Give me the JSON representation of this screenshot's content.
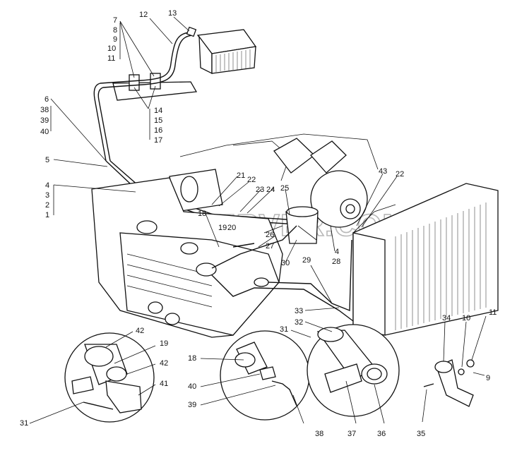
{
  "watermark": "SPECSERVER.COM",
  "callouts": [
    {
      "id": "c12",
      "text": "12"
    },
    {
      "id": "c13",
      "text": "13"
    },
    {
      "id": "c7",
      "text": "7"
    },
    {
      "id": "c8",
      "text": "8"
    },
    {
      "id": "c9",
      "text": "9"
    },
    {
      "id": "c10a",
      "text": "10"
    },
    {
      "id": "c11a",
      "text": "11"
    },
    {
      "id": "c6",
      "text": "6"
    },
    {
      "id": "c38a",
      "text": "38"
    },
    {
      "id": "c39a",
      "text": "39"
    },
    {
      "id": "c40a",
      "text": "40"
    },
    {
      "id": "c14",
      "text": "14"
    },
    {
      "id": "c15",
      "text": "15"
    },
    {
      "id": "c16",
      "text": "16"
    },
    {
      "id": "c17",
      "text": "17"
    },
    {
      "id": "c5",
      "text": "5"
    },
    {
      "id": "c4a",
      "text": "4"
    },
    {
      "id": "c3",
      "text": "3"
    },
    {
      "id": "c2",
      "text": "2"
    },
    {
      "id": "c1",
      "text": "1"
    },
    {
      "id": "c21",
      "text": "21"
    },
    {
      "id": "c22a",
      "text": "22"
    },
    {
      "id": "c23",
      "text": "23"
    },
    {
      "id": "c24",
      "text": "24"
    },
    {
      "id": "c25",
      "text": "25"
    },
    {
      "id": "c43",
      "text": "43"
    },
    {
      "id": "c22b",
      "text": "22"
    },
    {
      "id": "c18a",
      "text": "18"
    },
    {
      "id": "c19a",
      "text": "19"
    },
    {
      "id": "c20",
      "text": "20"
    },
    {
      "id": "c26",
      "text": "26"
    },
    {
      "id": "c27",
      "text": "27"
    },
    {
      "id": "c4b",
      "text": "4"
    },
    {
      "id": "c28",
      "text": "28"
    },
    {
      "id": "c30",
      "text": "30"
    },
    {
      "id": "c29",
      "text": "29"
    },
    {
      "id": "c33",
      "text": "33"
    },
    {
      "id": "c32",
      "text": "32"
    },
    {
      "id": "c31a",
      "text": "31"
    },
    {
      "id": "c34",
      "text": "34"
    },
    {
      "id": "c10b",
      "text": "10"
    },
    {
      "id": "c11b",
      "text": "11"
    },
    {
      "id": "c9b",
      "text": "9"
    },
    {
      "id": "c42a",
      "text": "42"
    },
    {
      "id": "c19b",
      "text": "19"
    },
    {
      "id": "c42b",
      "text": "42"
    },
    {
      "id": "c41",
      "text": "41"
    },
    {
      "id": "c31b",
      "text": "31"
    },
    {
      "id": "c18b",
      "text": "18"
    },
    {
      "id": "c40b",
      "text": "40"
    },
    {
      "id": "c39b",
      "text": "39"
    },
    {
      "id": "c38b",
      "text": "38"
    },
    {
      "id": "c37",
      "text": "37"
    },
    {
      "id": "c36",
      "text": "36"
    },
    {
      "id": "c35",
      "text": "35"
    }
  ]
}
